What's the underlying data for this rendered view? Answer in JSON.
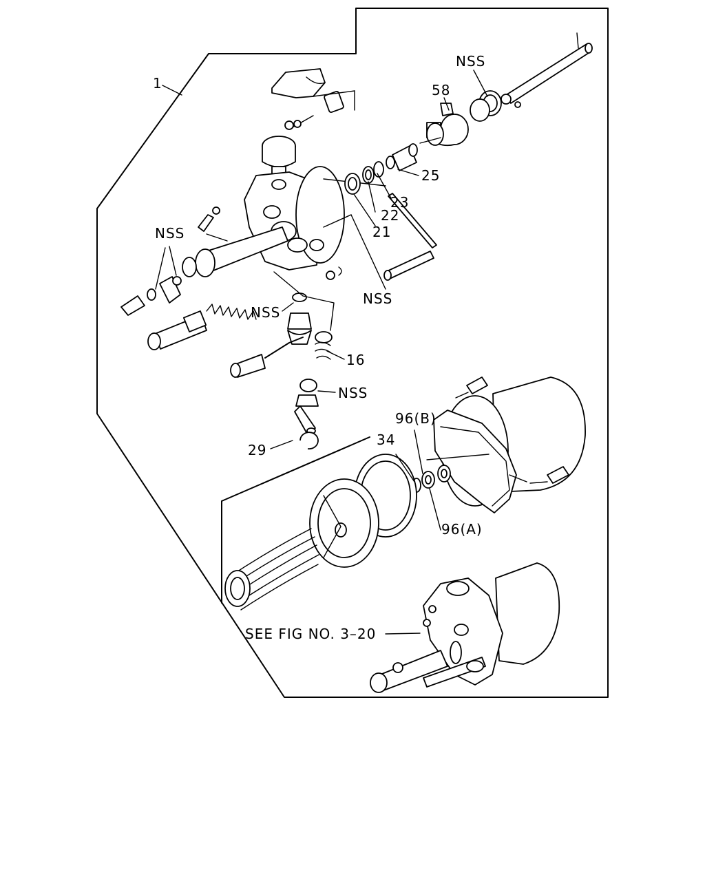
{
  "callouts": {
    "c1": "1",
    "nss_top": "NSS",
    "c58": "58",
    "c25": "25",
    "c23": "23",
    "c22": "22",
    "c21": "21",
    "nss_left": "NSS",
    "nss_mid": "NSS",
    "nss_low": "NSS",
    "c16": "16",
    "nss_stem": "NSS",
    "c29": "29",
    "c96b": "96(B)",
    "c34": "34",
    "c96a": "96(A)",
    "see_fig": "SEE FIG NO. 3–20"
  }
}
